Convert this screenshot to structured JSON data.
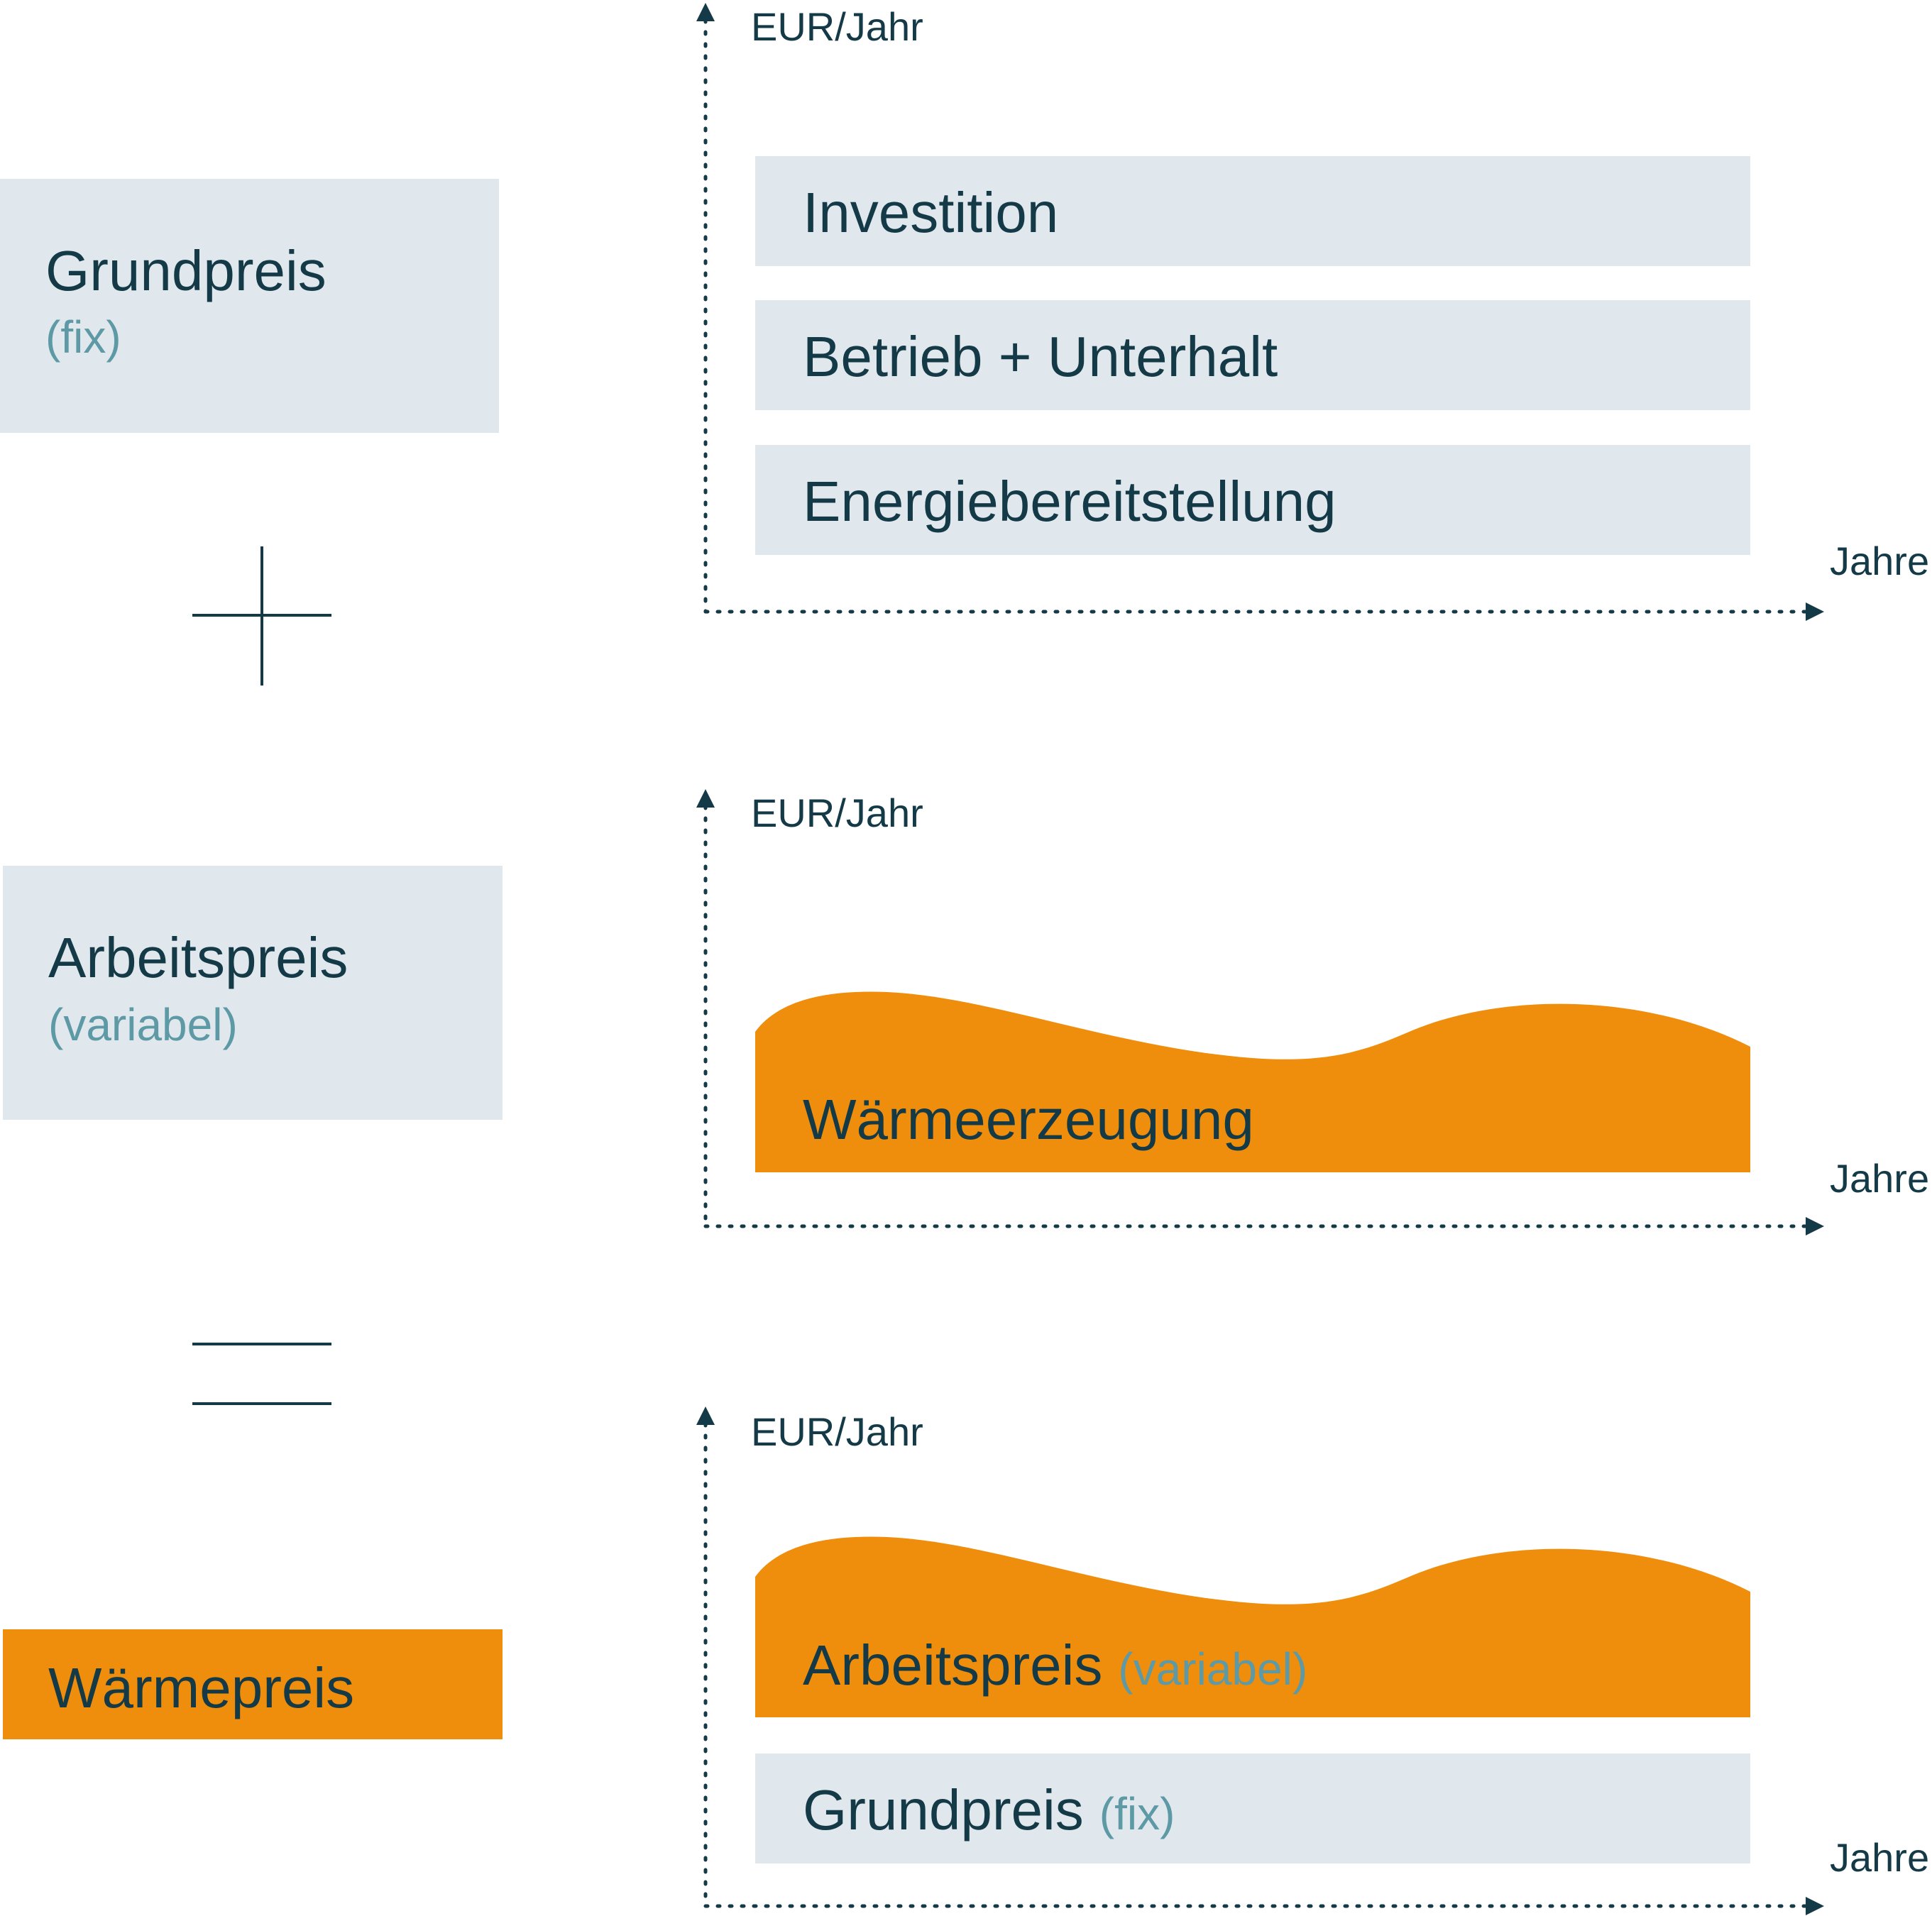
{
  "left": {
    "grundpreis": {
      "title": "Grundpreis",
      "sub": "(fix)"
    },
    "arbeitspreis": {
      "title": "Arbeitspreis",
      "sub": "(variabel)"
    },
    "waermepreis": {
      "title": "Wärmepreis"
    }
  },
  "operators": {
    "plus": "+",
    "equals": "="
  },
  "axes": {
    "y_label": "EUR/Jahr",
    "x_label": "Jahre"
  },
  "chart1": {
    "bars": [
      "Investition",
      "Betrieb + Unterhalt",
      "Energiebereitstellung"
    ]
  },
  "chart2": {
    "area_label": "Wärmeerzeugung"
  },
  "chart3": {
    "area_label": "Arbeitspreis",
    "area_sub": "(variabel)",
    "bar_label": "Grundpreis",
    "bar_sub": "(fix)"
  },
  "colors": {
    "light_box": "#e1e8ed",
    "orange": "#ef8d0c",
    "dark": "#143a47",
    "teal": "#5d9aa5"
  }
}
